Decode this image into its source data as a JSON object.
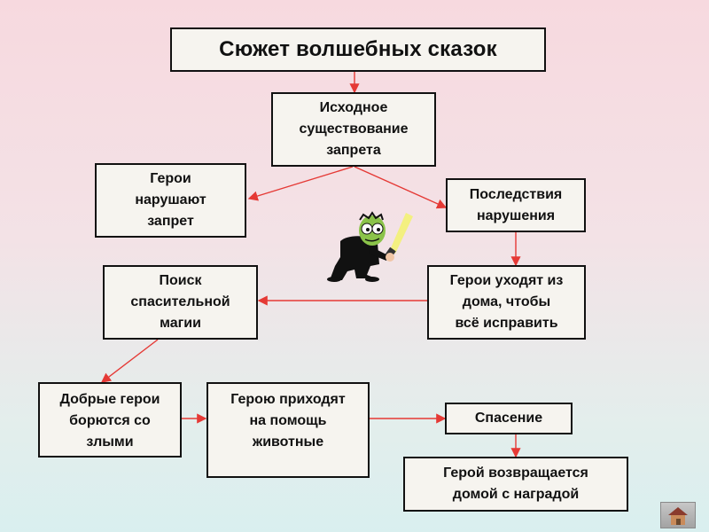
{
  "title": "Сюжет волшебных сказок",
  "nodes": {
    "origin": "Исходное\nсуществование\nзапрета",
    "break_ban": "Герои\nнарушают\nзапрет",
    "consequences": "Последствия\nнарушения",
    "search_magic": "Поиск\nспасительной\nмагии",
    "leave_home": "Герои уходят из\nдома, чтобы\nвсё исправить",
    "good_vs_evil": "Добрые герои\nборются со\nзлыми",
    "animals_help": "Герою приходят\nна помощь\nживотные",
    "rescue": "Спасение",
    "return_home": "Герой возвращается\nдомой с наградой"
  },
  "colors": {
    "connector": "#e53935",
    "box_border": "#111111",
    "box_fill": "#f6f4ef"
  },
  "icons": {
    "character": "detective-with-flashlight-icon",
    "home": "home-icon"
  }
}
